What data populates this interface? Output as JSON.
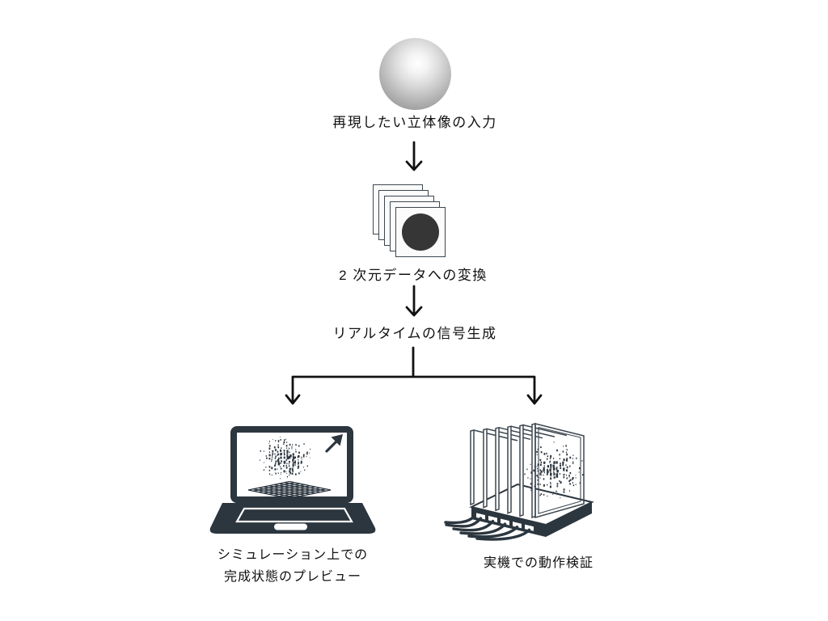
{
  "page": {
    "background": "#ffffff"
  },
  "flow": {
    "steps": [
      {
        "id": "input",
        "icon": "sphere-3d",
        "label": "再現したい立体像の入力"
      },
      {
        "id": "convert",
        "icon": "stacked-2d-slices",
        "label": "2 次元データへの変換"
      },
      {
        "id": "signal",
        "label": "リアルタイムの信号生成"
      },
      {
        "id": "simulation",
        "icon": "laptop-simulation",
        "label_line1": "シミュレーション上での",
        "label_line2": "完成状態のプレビュー"
      },
      {
        "id": "verify",
        "icon": "volumetric-display-device",
        "label": "実機での動作検証"
      }
    ],
    "edges": [
      {
        "from": "input",
        "to": "convert"
      },
      {
        "from": "convert",
        "to": "signal"
      },
      {
        "from": "signal",
        "to": "simulation"
      },
      {
        "from": "signal",
        "to": "verify"
      }
    ],
    "colors": {
      "icon_dark": "#2c363f",
      "panel_outline": "#3d4750",
      "slice_circle": "#363636",
      "arrow": "#111111",
      "text": "#111111",
      "sphere_edge": "#8f8f8f"
    }
  }
}
